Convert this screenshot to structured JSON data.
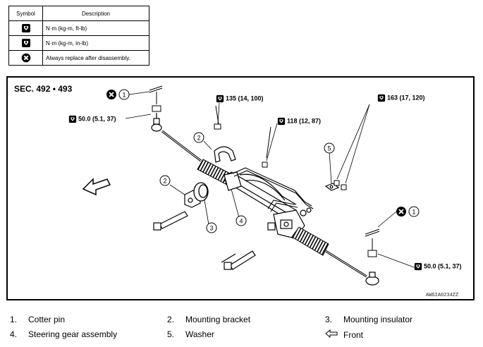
{
  "symbol_table": {
    "header_symbol": "Symbol",
    "header_description": "Description",
    "rows": [
      {
        "icon": "torque-ftlb-icon",
        "description": "N·m (kg-m, ft-lb)"
      },
      {
        "icon": "torque-inlb-icon",
        "description": "N·m (kg-m, in-lb)"
      },
      {
        "icon": "always-replace-icon",
        "description": "Always replace after disassembly."
      }
    ]
  },
  "diagram": {
    "section": "SEC. 492 • 493",
    "art_code": "AWGIA0234ZZ",
    "torques": {
      "tie_rod_left": "50.0 (5.1, 37)",
      "bracket_bolt": "135 (14, 100)",
      "insulator_bolt": "118 (12, 87)",
      "gear_bolt": "163 (17, 120)",
      "tie_rod_right": "50.0 (5.1, 37)"
    },
    "callouts": {
      "c1a": "1",
      "c2a": "2",
      "c2b": "2",
      "c3": "3",
      "c4": "4",
      "c5": "5",
      "c1b": "1"
    }
  },
  "legend": [
    {
      "num": "1.",
      "label": "Cotter pin"
    },
    {
      "num": "2.",
      "label": "Mounting bracket"
    },
    {
      "num": "3.",
      "label": "Mounting insulator"
    },
    {
      "num": "4.",
      "label": "Steering gear assembly"
    },
    {
      "num": "5.",
      "label": "Washer"
    },
    {
      "num": "",
      "label": "Front"
    }
  ]
}
